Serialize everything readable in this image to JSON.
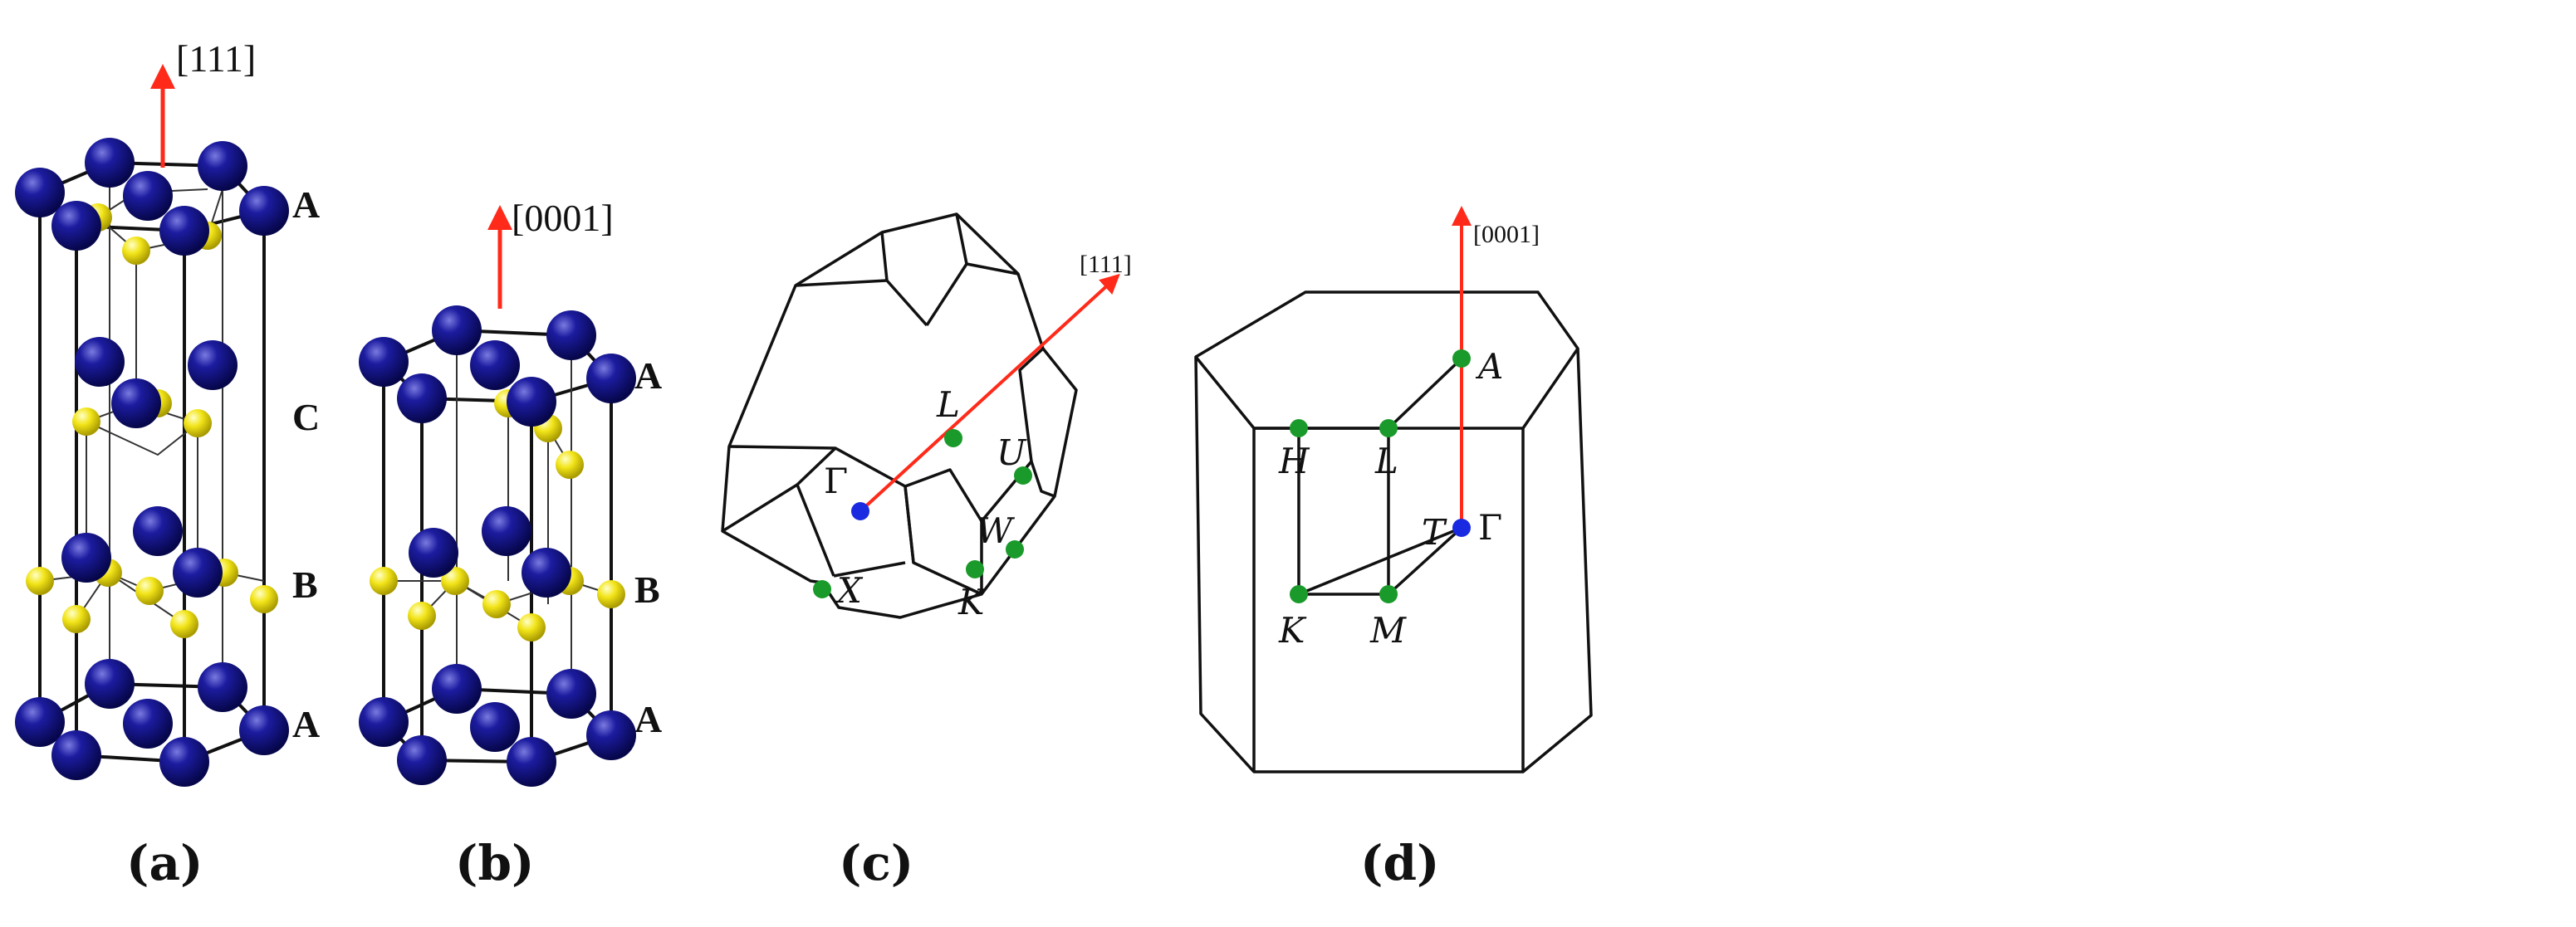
{
  "panels": [
    {
      "id": "a",
      "caption": "(a)",
      "direction": "[111]",
      "layers": [
        "A",
        "C",
        "B",
        "A"
      ]
    },
    {
      "id": "b",
      "caption": "(b)",
      "direction": "[0001]",
      "layers": [
        "A",
        "B",
        "A"
      ]
    },
    {
      "id": "c",
      "caption": "(c)",
      "direction": "[111]",
      "points": [
        "Γ",
        "L",
        "U",
        "W",
        "K",
        "X"
      ]
    },
    {
      "id": "d",
      "caption": "(d)",
      "direction": "[0001]",
      "points": [
        "A",
        "H",
        "L",
        "T",
        "Γ",
        "K",
        "M"
      ]
    }
  ],
  "colors": {
    "atom_large": "#0d0d7a",
    "atom_small": "#f0e010",
    "arrow": "#ff2a1a",
    "k_point_green": "#1a9a2a",
    "k_point_gamma": "#1a2ae0"
  }
}
